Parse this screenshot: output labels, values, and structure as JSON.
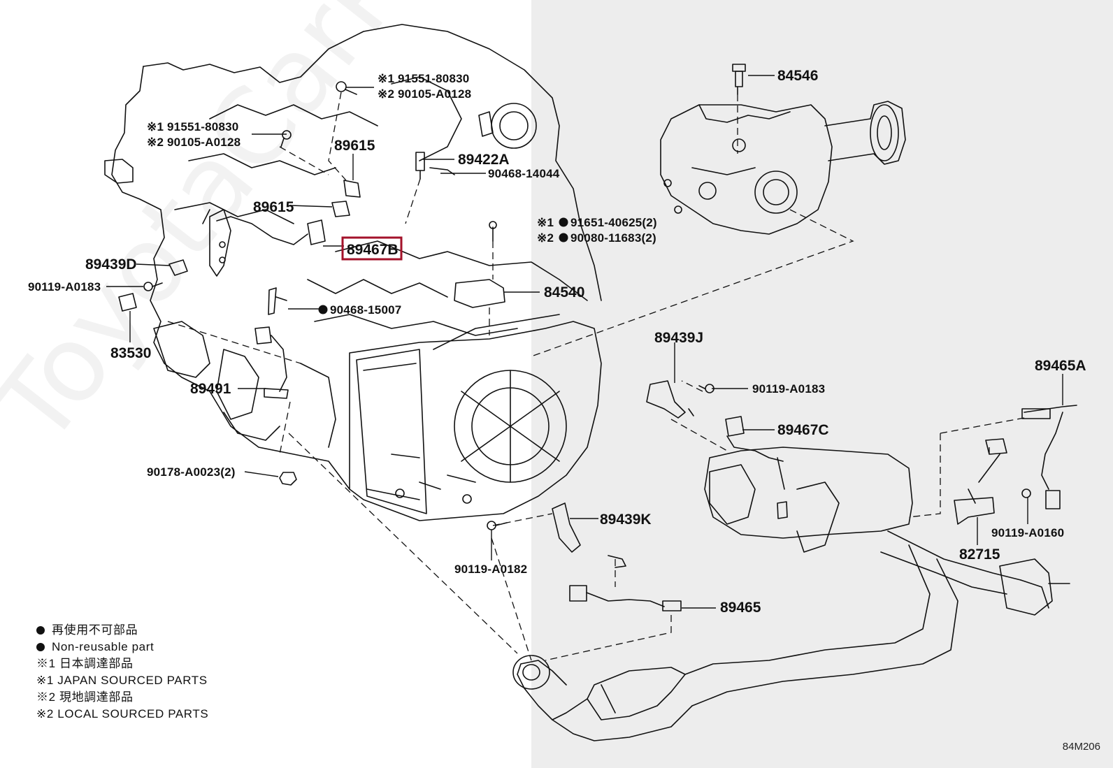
{
  "diagram_code": "84M206",
  "watermark": "ToyotaCarParts.ru",
  "highlight_color": "#a3122a",
  "labels": {
    "l1": "※1 91551-80830",
    "l2": "※2 90105-A0128",
    "l3": "※1 91551-80830",
    "l4": "※2 90105-A0128",
    "l5": "89615",
    "l6": "89422A",
    "l7": "90468-14044",
    "l8": "84546",
    "l9": "89615",
    "l10": "※1",
    "l11": "91651-40625(2)",
    "l12": "※2",
    "l13": "90080-11683(2)",
    "l14": "89467B",
    "l15": "89439D",
    "l16": "90119-A0183",
    "l17": "84540",
    "l18": "90468-15007",
    "l19": "83530",
    "l20": "89439J",
    "l21": "90119-A0183",
    "l22": "89465A",
    "l23": "89491",
    "l24": "89467C",
    "l25": "90178-A0023(2)",
    "l26": "89439K",
    "l27": "90119-A0160",
    "l28": "82715",
    "l29": "90119-A0182",
    "l30": "89465"
  },
  "legend": {
    "jp_nonreuse": "再使用不可部品",
    "en_nonreuse": "Non-reusable part",
    "jp_japan": "※1 日本調達部品",
    "en_japan": "※1 JAPAN SOURCED PARTS",
    "jp_local": "※2 現地調達部品",
    "en_local": "※2 LOCAL SOURCED PARTS"
  }
}
